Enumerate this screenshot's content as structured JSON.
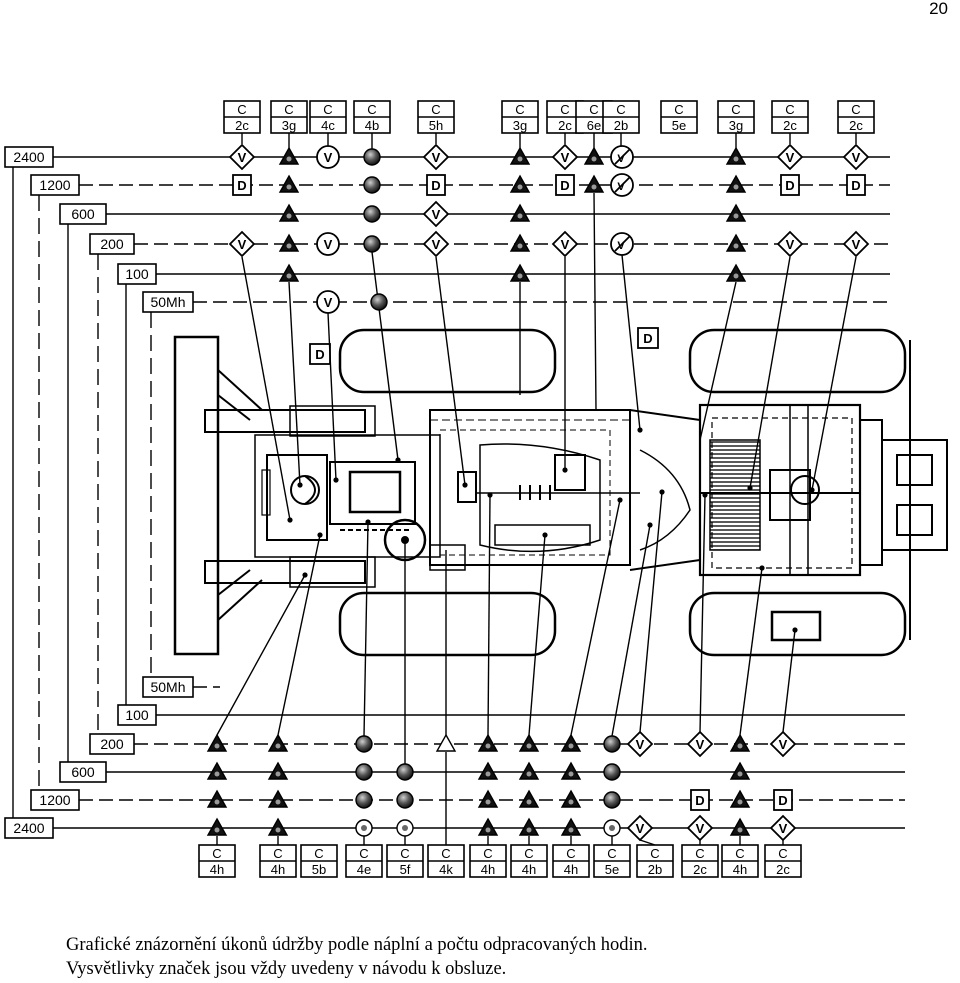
{
  "page_number": "20",
  "intervals": [
    "2400",
    "1200",
    "600",
    "200",
    "100",
    "50Mh"
  ],
  "top_codes": [
    {
      "letter": "C",
      "code": "2c"
    },
    {
      "letter": "C",
      "code": "3g"
    },
    {
      "letter": "C",
      "code": "4c"
    },
    {
      "letter": "C",
      "code": "4b"
    },
    {
      "letter": "C",
      "code": "5h"
    },
    {
      "letter": "C",
      "code": "3g"
    },
    {
      "letter": "C",
      "code": "2c"
    },
    {
      "letter": "C",
      "code": "6e"
    },
    {
      "letter": "C",
      "code": "2b"
    },
    {
      "letter": "C",
      "code": "5e"
    },
    {
      "letter": "C",
      "code": "3g"
    },
    {
      "letter": "C",
      "code": "2c"
    },
    {
      "letter": "C",
      "code": "2c"
    }
  ],
  "bottom_codes": [
    {
      "letter": "C",
      "code": "4h"
    },
    {
      "letter": "C",
      "code": "4h"
    },
    {
      "letter": "C",
      "code": "5b"
    },
    {
      "letter": "C",
      "code": "4e"
    },
    {
      "letter": "C",
      "code": "5f"
    },
    {
      "letter": "C",
      "code": "4k"
    },
    {
      "letter": "C",
      "code": "4h"
    },
    {
      "letter": "C",
      "code": "4h"
    },
    {
      "letter": "C",
      "code": "4h"
    },
    {
      "letter": "C",
      "code": "5e"
    },
    {
      "letter": "C",
      "code": "2b"
    },
    {
      "letter": "C",
      "code": "2c"
    },
    {
      "letter": "C",
      "code": "4h"
    },
    {
      "letter": "C",
      "code": "2c"
    }
  ],
  "symbols": {
    "v": "V",
    "d": "D"
  },
  "caption": {
    "line1": "Grafické znázornění úkonů údržby podle náplní a počtu odpracovaných hodin.",
    "line2": "Vysvětlivky značek jsou vždy uvedeny v návodu k obsluze."
  }
}
